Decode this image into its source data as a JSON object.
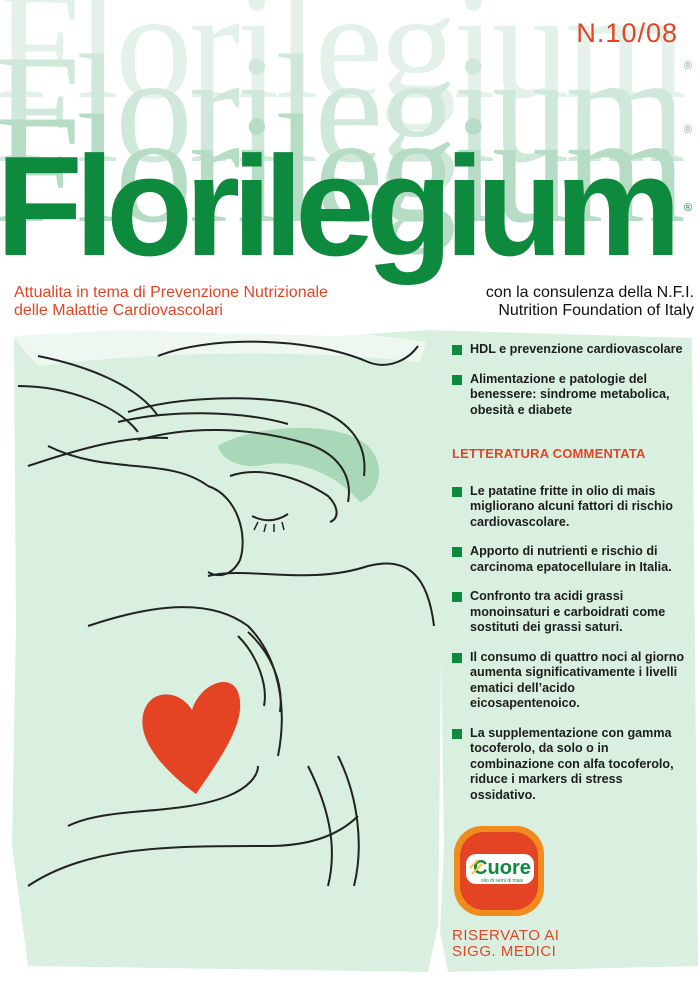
{
  "issue": "N.10/08",
  "title": "Florilegium",
  "registered_mark": "®",
  "subtitle": {
    "line1": "Attualita in tema di Prevenzione Nutrizionale",
    "line2": "delle Malattie Cardiovascolari"
  },
  "consultancy": {
    "line1": "con la consulenza della N.F.I.",
    "line2": "Nutrition Foundation of Italy"
  },
  "contents": [
    "HDL e prevenzione cardiovascolare",
    "Alimentazione e patologie del benessere: sindrome metabolica, obesità e diabete"
  ],
  "literature": {
    "heading": "LETTERATURA COMMENTATA",
    "items": [
      "Le patatine fritte in olio di mais migliorano alcuni fattori di rischio cardiovascolare.",
      "Apporto di nutrienti e rischio di carcinoma epatocellulare in Italia.",
      "Confronto tra acidi grassi monoinsaturi e carboidrati come sostituti dei grassi saturi.",
      "Il consumo di quattro noci al giorno aumenta significativamente i livelli ematici dell’acido eicosapentenoico.",
      "La supplementazione con gamma tocoferolo, da solo o in combinazione con alfa tocoferolo, riduce i markers di stress ossidativo."
    ]
  },
  "logo": {
    "brand": "Cuore",
    "tagline": "olio di semi di mais"
  },
  "reserved": {
    "line1": "RISERVATO AI",
    "line2": "SIGG.  MEDICI"
  },
  "colors": {
    "brand_green": "#0d8a3d",
    "accent_red": "#e44424",
    "pale_green": "#d9f0e1"
  }
}
